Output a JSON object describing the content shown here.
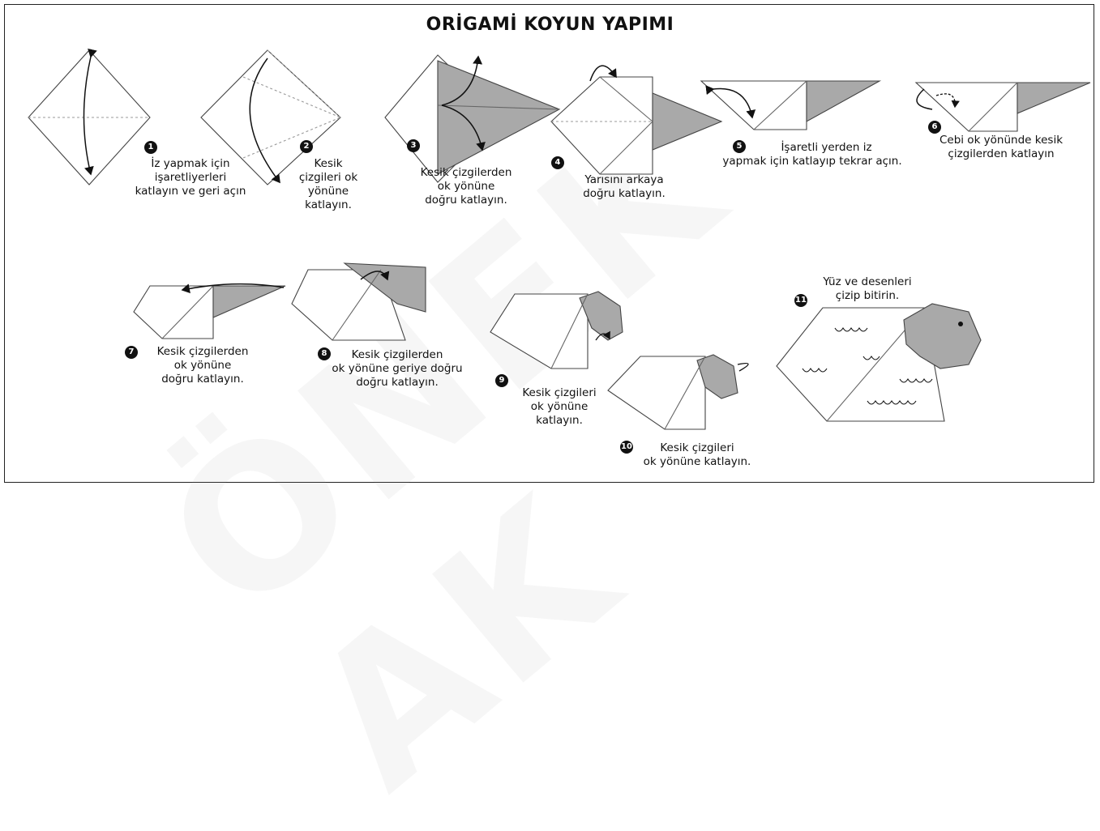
{
  "title": "ORİGAMİ KOYUN YAPIMI",
  "watermark": "ÖNEK AK",
  "steps": [
    {
      "num": "1",
      "lines": [
        "İz yapmak için",
        "işaretliyerleri",
        "katlayın ve geri açın"
      ]
    },
    {
      "num": "2",
      "lines": [
        "Kesik",
        "çizgileri ok",
        "yönüne",
        "katlayın."
      ]
    },
    {
      "num": "3",
      "lines": [
        "Kesik çizgilerden",
        "ok yönüne",
        "doğru katlayın."
      ]
    },
    {
      "num": "4",
      "lines": [
        "Yarısını arkaya",
        "doğru katlayın."
      ]
    },
    {
      "num": "5",
      "lines": [
        "İşaretli yerden iz",
        "yapmak için katlayıp tekrar açın."
      ]
    },
    {
      "num": "6",
      "lines": [
        "Cebi ok yönünde kesik",
        "çizgilerden katlayın"
      ]
    },
    {
      "num": "7",
      "lines": [
        "Kesik çizgilerden",
        "ok yönüne",
        "doğru  katlayın."
      ]
    },
    {
      "num": "8",
      "lines": [
        "Kesik çizgilerden",
        "ok yönüne geriye doğru",
        "doğru  katlayın."
      ]
    },
    {
      "num": "9",
      "lines": [
        "Kesik çizgileri",
        "ok yönüne",
        "katlayın."
      ]
    },
    {
      "num": "10",
      "lines": [
        "Kesik çizgileri",
        "ok yönüne katlayın."
      ]
    },
    {
      "num": "11",
      "lines": [
        "Yüz ve desenleri",
        "çizip bitirin."
      ]
    }
  ],
  "colors": {
    "paper_shade": "#a9a9a9",
    "line": "#444444",
    "fold_line": "#999999"
  }
}
